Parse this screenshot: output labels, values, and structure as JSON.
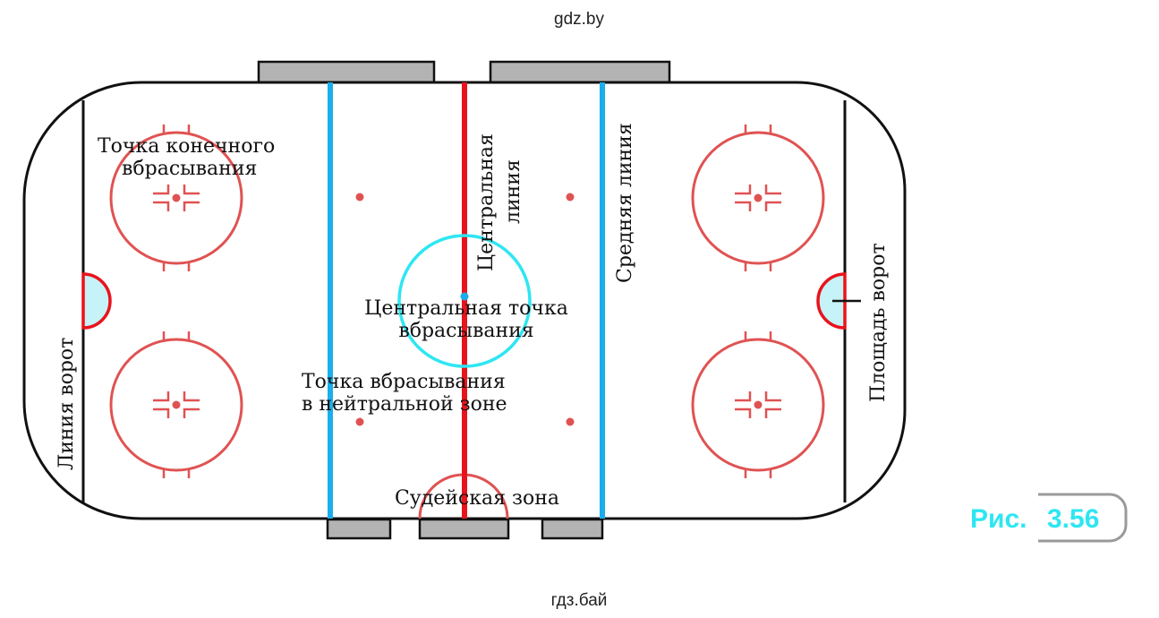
{
  "watermark_top": "gdz.by",
  "watermark_bottom": "гдз.бай",
  "figure": {
    "label": "Рис.",
    "number": "3.56",
    "accent": "#2ee6f2"
  },
  "labels": {
    "end_faceoff_line1": "Точка конечного",
    "end_faceoff_line2": "вбрасывания",
    "center_line_1": "Центральная",
    "center_line_2": "линия",
    "middle_line": "Средняя линия",
    "goal_crease": "Площадь ворот",
    "goal_line": "Линия ворот",
    "center_faceoff_1": "Центральная точка",
    "center_faceoff_2": "вбрасывания",
    "neutral_faceoff_1": "Точка вбрасывания",
    "neutral_faceoff_2": "в нейтральной зоне",
    "referee_zone": "Судейская зона"
  },
  "colors": {
    "center_line": "#e8141c",
    "blue_line": "#1aaeea",
    "faceoff_red": "#e05252",
    "center_circle": "#2ee6f2",
    "crease_fill": "#c6f3f7",
    "bench": "#b3b3b3"
  }
}
